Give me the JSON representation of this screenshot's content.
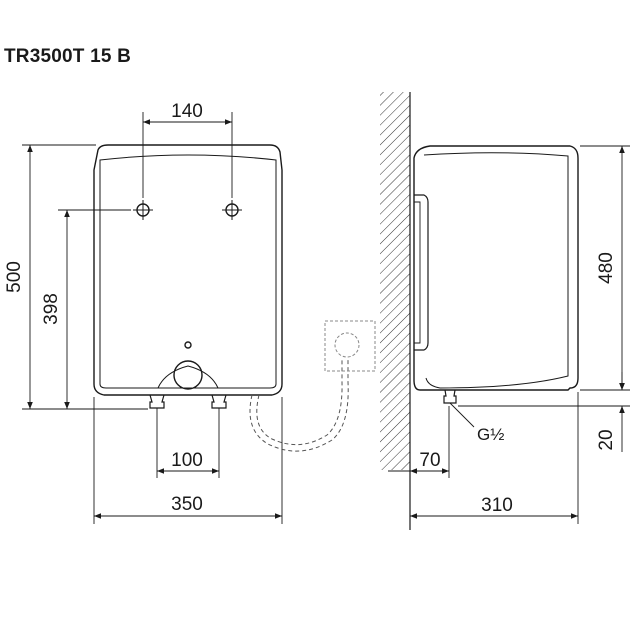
{
  "title": "TR3500T 15 B",
  "front_view": {
    "dimensions": {
      "top_spacing": "140",
      "total_height": "500",
      "inlet_height": "398",
      "bottom_spacing": "100",
      "total_width": "350"
    }
  },
  "side_view": {
    "dimensions": {
      "body_height": "480",
      "bottom_offset": "20",
      "wall_clearance": "70",
      "depth": "310"
    },
    "connection_label": "G½"
  },
  "colors": {
    "line": "#1a1a1a",
    "body": "#ffffff",
    "outlet_box": "#888888"
  }
}
